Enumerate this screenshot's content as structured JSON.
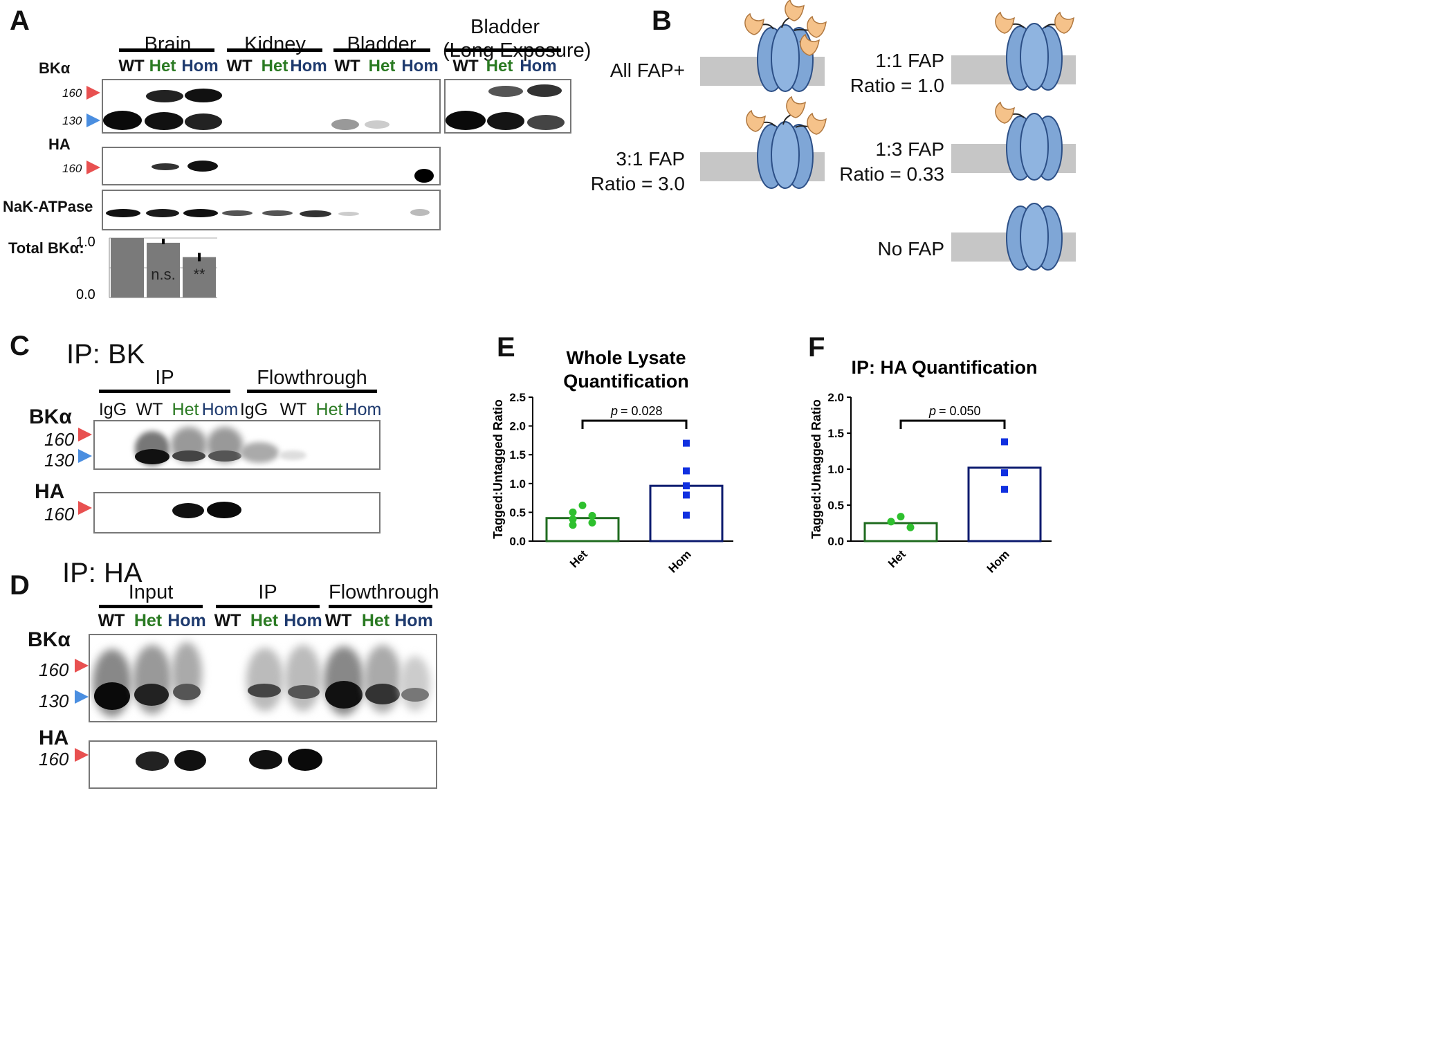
{
  "panels": {
    "a": "A",
    "b": "B",
    "c": "C",
    "d": "D",
    "e": "E",
    "f": "F"
  },
  "panel_a": {
    "groups": [
      "Brain",
      "Kidney",
      "Bladder",
      "Bladder\n(Long Exposure)"
    ],
    "lanes": [
      "WT",
      "Het",
      "Hom"
    ],
    "rows": {
      "bk": "BKα",
      "ha": "HA",
      "nak": "NaK-ATPase",
      "total": "Total BKα:"
    },
    "mw": {
      "m160": "160",
      "m130": "130"
    },
    "bar_chart": {
      "ymax_label": "1.0",
      "ymin_label": "0.0",
      "values": [
        1.0,
        0.92,
        0.68
      ],
      "annotations": [
        "",
        "n.s.",
        "**"
      ]
    }
  },
  "panel_b": {
    "all_fap": "All FAP+",
    "r31": "3:1 FAP\nRatio = 3.0",
    "r11": "1:1 FAP\nRatio = 1.0",
    "r13": "1:3 FAP\nRatio = 0.33",
    "nofap": "No FAP"
  },
  "panel_c": {
    "title": "IP: BK",
    "groups": [
      "IP",
      "Flowthrough"
    ],
    "lanes": [
      "IgG",
      "WT",
      "Het",
      "Hom",
      "IgG",
      "WT",
      "Het",
      "Hom"
    ],
    "rows": {
      "bk": "BKα",
      "ha": "HA"
    },
    "mw": {
      "m160": "160",
      "m130": "130"
    }
  },
  "panel_d": {
    "title": "IP: HA",
    "groups": [
      "Input",
      "IP",
      "Flowthrough"
    ],
    "lanes": [
      "WT",
      "Het",
      "Hom",
      "WT",
      "Het",
      "Hom",
      "WT",
      "Het",
      "Hom"
    ],
    "rows": {
      "bk": "BKα",
      "ha": "HA"
    },
    "mw": {
      "m160": "160",
      "m130": "130"
    }
  },
  "chart_data": [
    {
      "type": "bar",
      "title": "Whole Lysate\nQuantification",
      "ylabel": "Tagged:Untagged Ratio",
      "categories": [
        "Het",
        "Hom"
      ],
      "values": [
        0.4,
        0.96
      ],
      "points": [
        [
          0.62,
          0.5,
          0.44,
          0.38,
          0.32,
          0.28
        ],
        [
          1.7,
          1.22,
          0.96,
          0.8,
          0.45
        ]
      ],
      "ylim": [
        0,
        2.5
      ],
      "yticks": [
        "0.0",
        "0.5",
        "1.0",
        "1.5",
        "2.0",
        "2.5"
      ],
      "pvalue": "= 0.028",
      "p_symbol": "p",
      "colors": [
        "#1f6b1f",
        "#0b1a6e"
      ],
      "point_colors": [
        "#2ec02e",
        "#1030e0"
      ]
    },
    {
      "type": "bar",
      "title": "IP: HA Quantification",
      "ylabel": "Tagged:Untagged Ratio",
      "categories": [
        "Het",
        "Hom"
      ],
      "values": [
        0.25,
        1.02
      ],
      "points": [
        [
          0.34,
          0.27,
          0.19
        ],
        [
          1.38,
          0.95,
          0.72
        ]
      ],
      "ylim": [
        0,
        2.0
      ],
      "yticks": [
        "0.0",
        "0.5",
        "1.0",
        "1.5",
        "2.0"
      ],
      "pvalue": "= 0.050",
      "p_symbol": "p",
      "colors": [
        "#1f6b1f",
        "#0b1a6e"
      ],
      "point_colors": [
        "#2ec02e",
        "#1030e0"
      ]
    }
  ]
}
